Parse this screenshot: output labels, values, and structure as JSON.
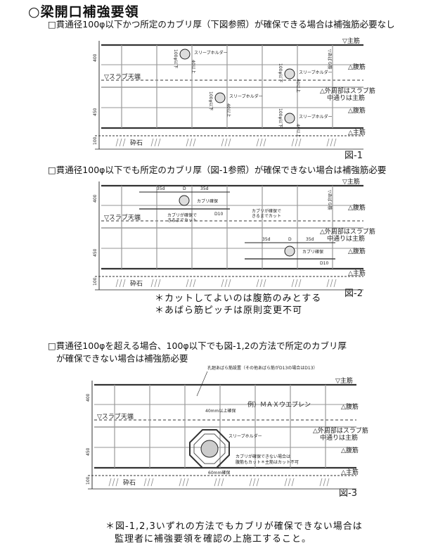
{
  "title": "○梁開口補強要領",
  "section1": {
    "text": "□貫通径100φ以下かつ所定のカブリ厚（下図参照）が確保できる場合は補強筋必要なし"
  },
  "section2": {
    "text": "□貫通径100φ以下でも所定のカブリ厚（図-1参照）が確保できない場合は補強筋必要"
  },
  "section3": {
    "line1": "□貫通径100φを超える場合、100φ以下でも図-1,2の方法で所定のカブリ厚",
    "line2": "が確保できない場合は補強筋必要"
  },
  "labels": {
    "top_main": "▽主筋",
    "web": "△腹筋",
    "outer1": "△外周部はスラブ筋",
    "outer2": "中通りは主筋",
    "bottom_main": "△主筋",
    "slab_top": "▽スラブ天端",
    "gravel": "砕石",
    "stirrup": "▽あばら筋",
    "dim_400": "400",
    "dim_450": "450",
    "dim_100": "100",
    "dia": "100φ以下",
    "cover40": "40以上",
    "sleeve_holder": "スリーブホルダー",
    "d35": "35d",
    "d": "D",
    "cover_ok": "カブリ確保",
    "d10": "D10",
    "cut_until": "カブリが確保で",
    "cut_until2": "きるまでカット",
    "hole_stirrup": "孔廻あばら筋設置（その他あばら筋がD13の場合はD13）",
    "example": "例）ＭＡＸウエブレン",
    "cover40mm": "40mm以上確保",
    "cover60mm": "60mm確保",
    "cannot1": "カブリが確保できない場合は",
    "cannot2": "腹筋もカット＊主筋はカット不可"
  },
  "figures": [
    "図-1",
    "図-2",
    "図-3"
  ],
  "notes2": [
    "＊カットしてよいのは腹筋のみとする",
    "＊あばら筋ピッチは原則変更不可"
  ],
  "footer": [
    "＊図-1,2,3いずれの方法でもカブリが確保できない場合は",
    "監理者に補強要領を確認の上施工すること。"
  ]
}
